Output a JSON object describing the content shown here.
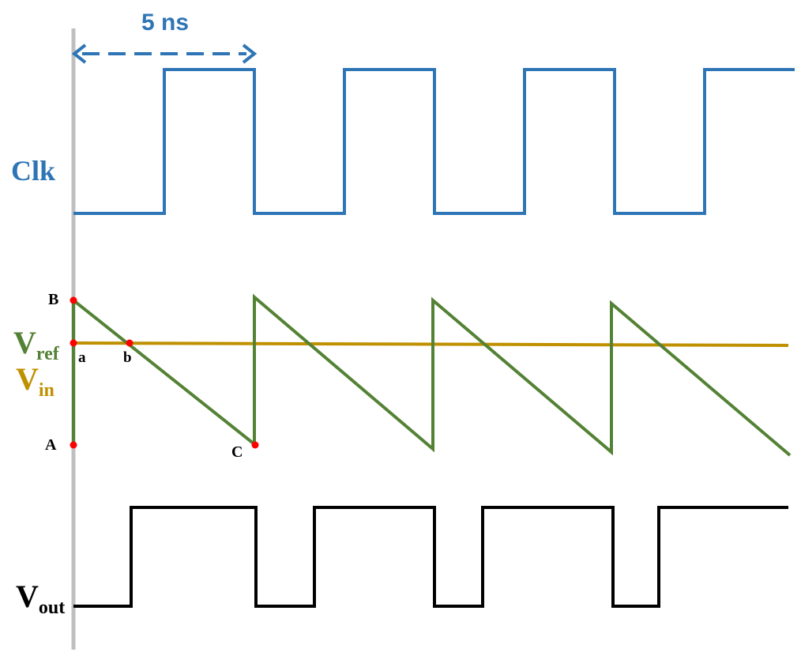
{
  "labels": {
    "period": "5 ns",
    "clk": "Clk",
    "vref_main": "V",
    "vref_sub": "ref",
    "vin_main": "V",
    "vin_sub": "in",
    "vout_main": "V",
    "vout_sub": "out",
    "point_B": "B",
    "point_A": "A",
    "point_C": "C",
    "point_a": "a",
    "point_b": "b"
  },
  "colors": {
    "clk": "#2e75b6",
    "ramp": "#548235",
    "vin": "#bf9000",
    "vout": "#000000",
    "axis": "#bfbfbf",
    "marker": "#ff0000"
  }
}
